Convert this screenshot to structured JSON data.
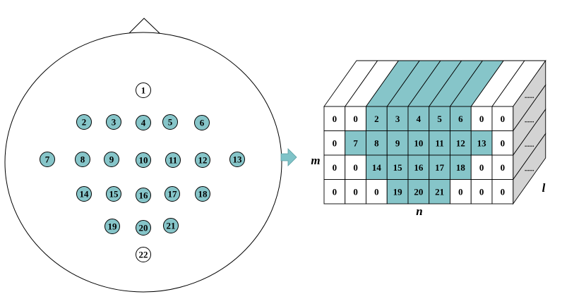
{
  "colors": {
    "teal": "#86C5C9",
    "white": "#FFFFFF",
    "side": "#D3D3D3",
    "stroke": "#000000",
    "arrow": "#7FC3C8"
  },
  "head": {
    "electrodes": [
      {
        "label": "1",
        "active": false
      },
      {
        "label": "2",
        "active": true
      },
      {
        "label": "3",
        "active": true
      },
      {
        "label": "4",
        "active": true
      },
      {
        "label": "5",
        "active": true
      },
      {
        "label": "6",
        "active": true
      },
      {
        "label": "7",
        "active": true
      },
      {
        "label": "8",
        "active": true
      },
      {
        "label": "9",
        "active": true
      },
      {
        "label": "10",
        "active": true
      },
      {
        "label": "11",
        "active": true
      },
      {
        "label": "12",
        "active": true
      },
      {
        "label": "13",
        "active": true
      },
      {
        "label": "14",
        "active": true
      },
      {
        "label": "15",
        "active": true
      },
      {
        "label": "16",
        "active": true
      },
      {
        "label": "17",
        "active": true
      },
      {
        "label": "18",
        "active": true
      },
      {
        "label": "19",
        "active": true
      },
      {
        "label": "20",
        "active": true
      },
      {
        "label": "21",
        "active": true
      },
      {
        "label": "22",
        "active": false
      }
    ]
  },
  "grid": {
    "rows": [
      [
        "0",
        "0",
        "2",
        "3",
        "4",
        "5",
        "6",
        "0",
        "0"
      ],
      [
        "0",
        "7",
        "8",
        "9",
        "10",
        "11",
        "12",
        "13",
        "0"
      ],
      [
        "0",
        "0",
        "14",
        "15",
        "16",
        "17",
        "18",
        "0",
        "0"
      ],
      [
        "0",
        "0",
        "0",
        "19",
        "20",
        "21",
        "0",
        "0",
        "0"
      ]
    ],
    "top_highlight_columns": [
      2,
      3,
      4,
      5,
      6
    ],
    "side_dots": [
      "......",
      "......",
      "......",
      "......"
    ],
    "axis_m": "m",
    "axis_n": "n",
    "axis_l": "l"
  }
}
